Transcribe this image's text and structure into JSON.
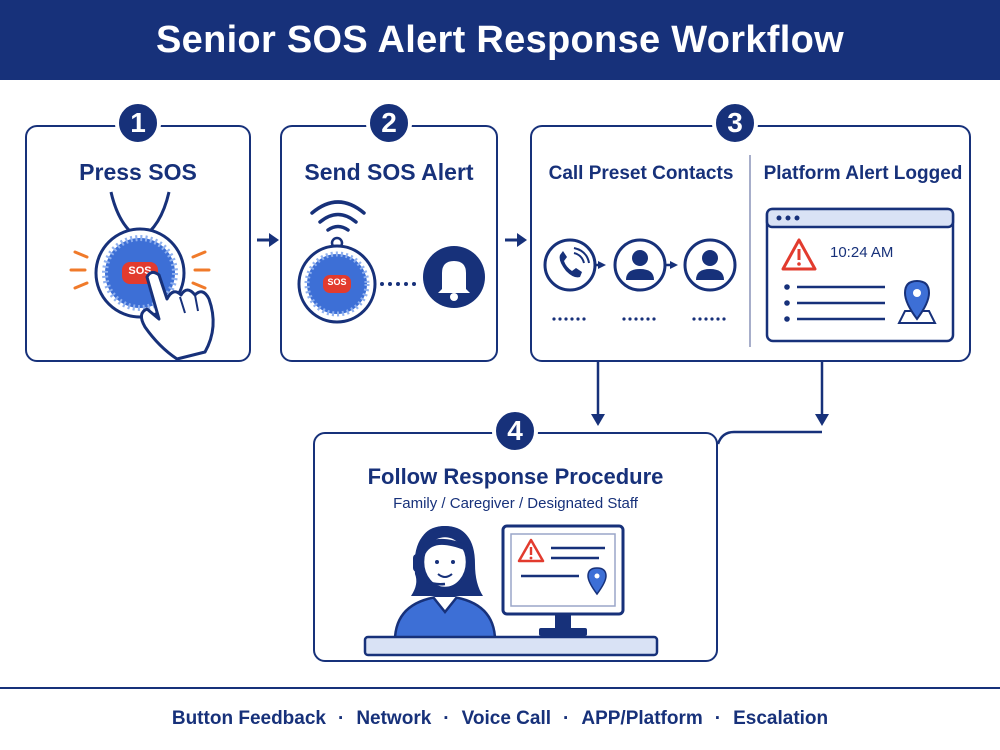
{
  "title": "Senior SOS Alert Response Workflow",
  "steps": [
    {
      "number": "1",
      "label": "Press SOS"
    },
    {
      "number": "2",
      "label": "Send SOS Alert"
    },
    {
      "number": "3",
      "left_label": "Call Preset Contacts",
      "right_label": "Platform Alert Logged",
      "time": "10:24 AM"
    },
    {
      "number": "4",
      "label": "Follow Response Procedure",
      "caption": "Family / Caregiver / Designated Staff"
    }
  ],
  "sos_text": "SOS",
  "footer": [
    "Button Feedback",
    "Network",
    "Voice Call",
    "APP/Platform",
    "Escalation"
  ],
  "colors": {
    "primary": "#17317a",
    "accent_red": "#e23b2e",
    "accent_blue": "#3d6fd6",
    "orange": "#f07a2a"
  },
  "icons": [
    "sos-pendant-icon",
    "pointing-hand-icon",
    "wifi-signal-icon",
    "bell-icon",
    "phone-icon",
    "contact-person-icon",
    "warning-icon",
    "location-pin-icon",
    "operator-headset-icon",
    "monitor-icon"
  ]
}
